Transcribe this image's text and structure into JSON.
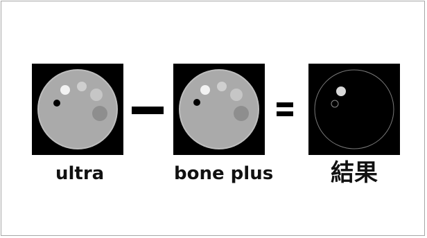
{
  "labels": {
    "left": "ultra",
    "middle": "bone plus",
    "right": "結果"
  },
  "colors": {
    "background": "#ffffff",
    "border": "#a6a6a6",
    "panel": "#000000",
    "phantom": "#aaaaaa",
    "phantom_edge": "#bdbdbd",
    "insert_white": "#f2f2f2",
    "insert_light": "#cfcfcf",
    "insert_mid": "#c6c6c6",
    "insert_dark": "#8e8e8e",
    "insert_black": "#000000",
    "result_outline": "#7a7a7a",
    "result_bright": "#d8d8d8"
  },
  "operators": {
    "minus": "minus-sign",
    "equals": "equals-sign"
  }
}
